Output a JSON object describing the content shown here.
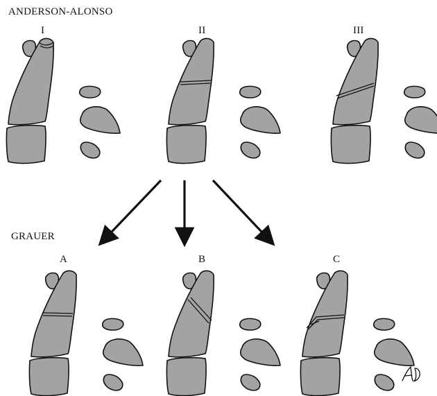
{
  "headings": {
    "top": "ANDERSON-ALONSO",
    "bottom": "GRAUER"
  },
  "panels": [
    {
      "id": "type-I",
      "label": "I",
      "fracture": "tip"
    },
    {
      "id": "type-II",
      "label": "II",
      "fracture": "base-horizontal"
    },
    {
      "id": "type-III",
      "label": "III",
      "fracture": "body-oblique"
    },
    {
      "id": "type-A",
      "label": "A",
      "fracture": "base-horizontal"
    },
    {
      "id": "type-B",
      "label": "B",
      "fracture": "oblique-posterior"
    },
    {
      "id": "type-C",
      "label": "C",
      "fracture": "comminuted-anterior"
    }
  ],
  "signature": "AD",
  "colors": {
    "bone_fill": "#a3a3a3",
    "outline": "#111111",
    "background": "#ffffff"
  }
}
